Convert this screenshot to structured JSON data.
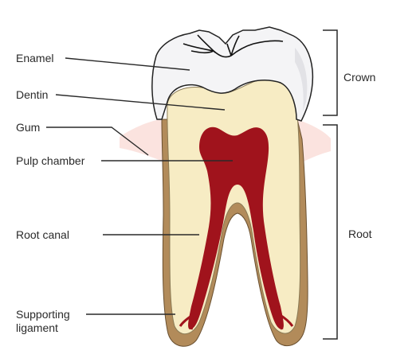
{
  "labels": {
    "enamel": "Enamel",
    "dentin": "Dentin",
    "gum": "Gum",
    "pulp_chamber": "Pulp chamber",
    "root_canal": "Root canal",
    "supporting_ligament_line1": "Supporting",
    "supporting_ligament_line2": "ligament"
  },
  "brackets": {
    "crown": "Crown",
    "root": "Root"
  },
  "colors": {
    "enamel": "#f4f4f6",
    "dentin": "#f7ecc4",
    "pulp": "#a0131c",
    "gum": "#f9d8d2",
    "ligament": "#b28b5a",
    "outline": "#222222"
  }
}
